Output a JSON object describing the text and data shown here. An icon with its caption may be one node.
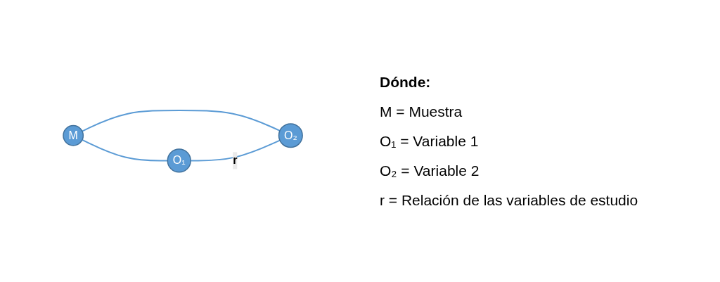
{
  "diagram": {
    "nodes": [
      {
        "text": [
          "M"
        ]
      },
      {
        "text": [
          "O₁"
        ]
      },
      {
        "text": [
          "O₂"
        ]
      }
    ],
    "edges": [
      {
        "from": 0,
        "to": 1,
        "arrow": "none"
      },
      {
        "from": 0,
        "to": 2,
        "arrow": "none"
      },
      {
        "from": 1,
        "to": 2,
        "arrow": "none",
        "label": "r"
      }
    ],
    "labels": [
      "Dónde:",
      "M = Muestra",
      "O₁ = Variable 1",
      "O₂ = Variable 2",
      "r = Relación de las variables de estudio"
    ]
  }
}
